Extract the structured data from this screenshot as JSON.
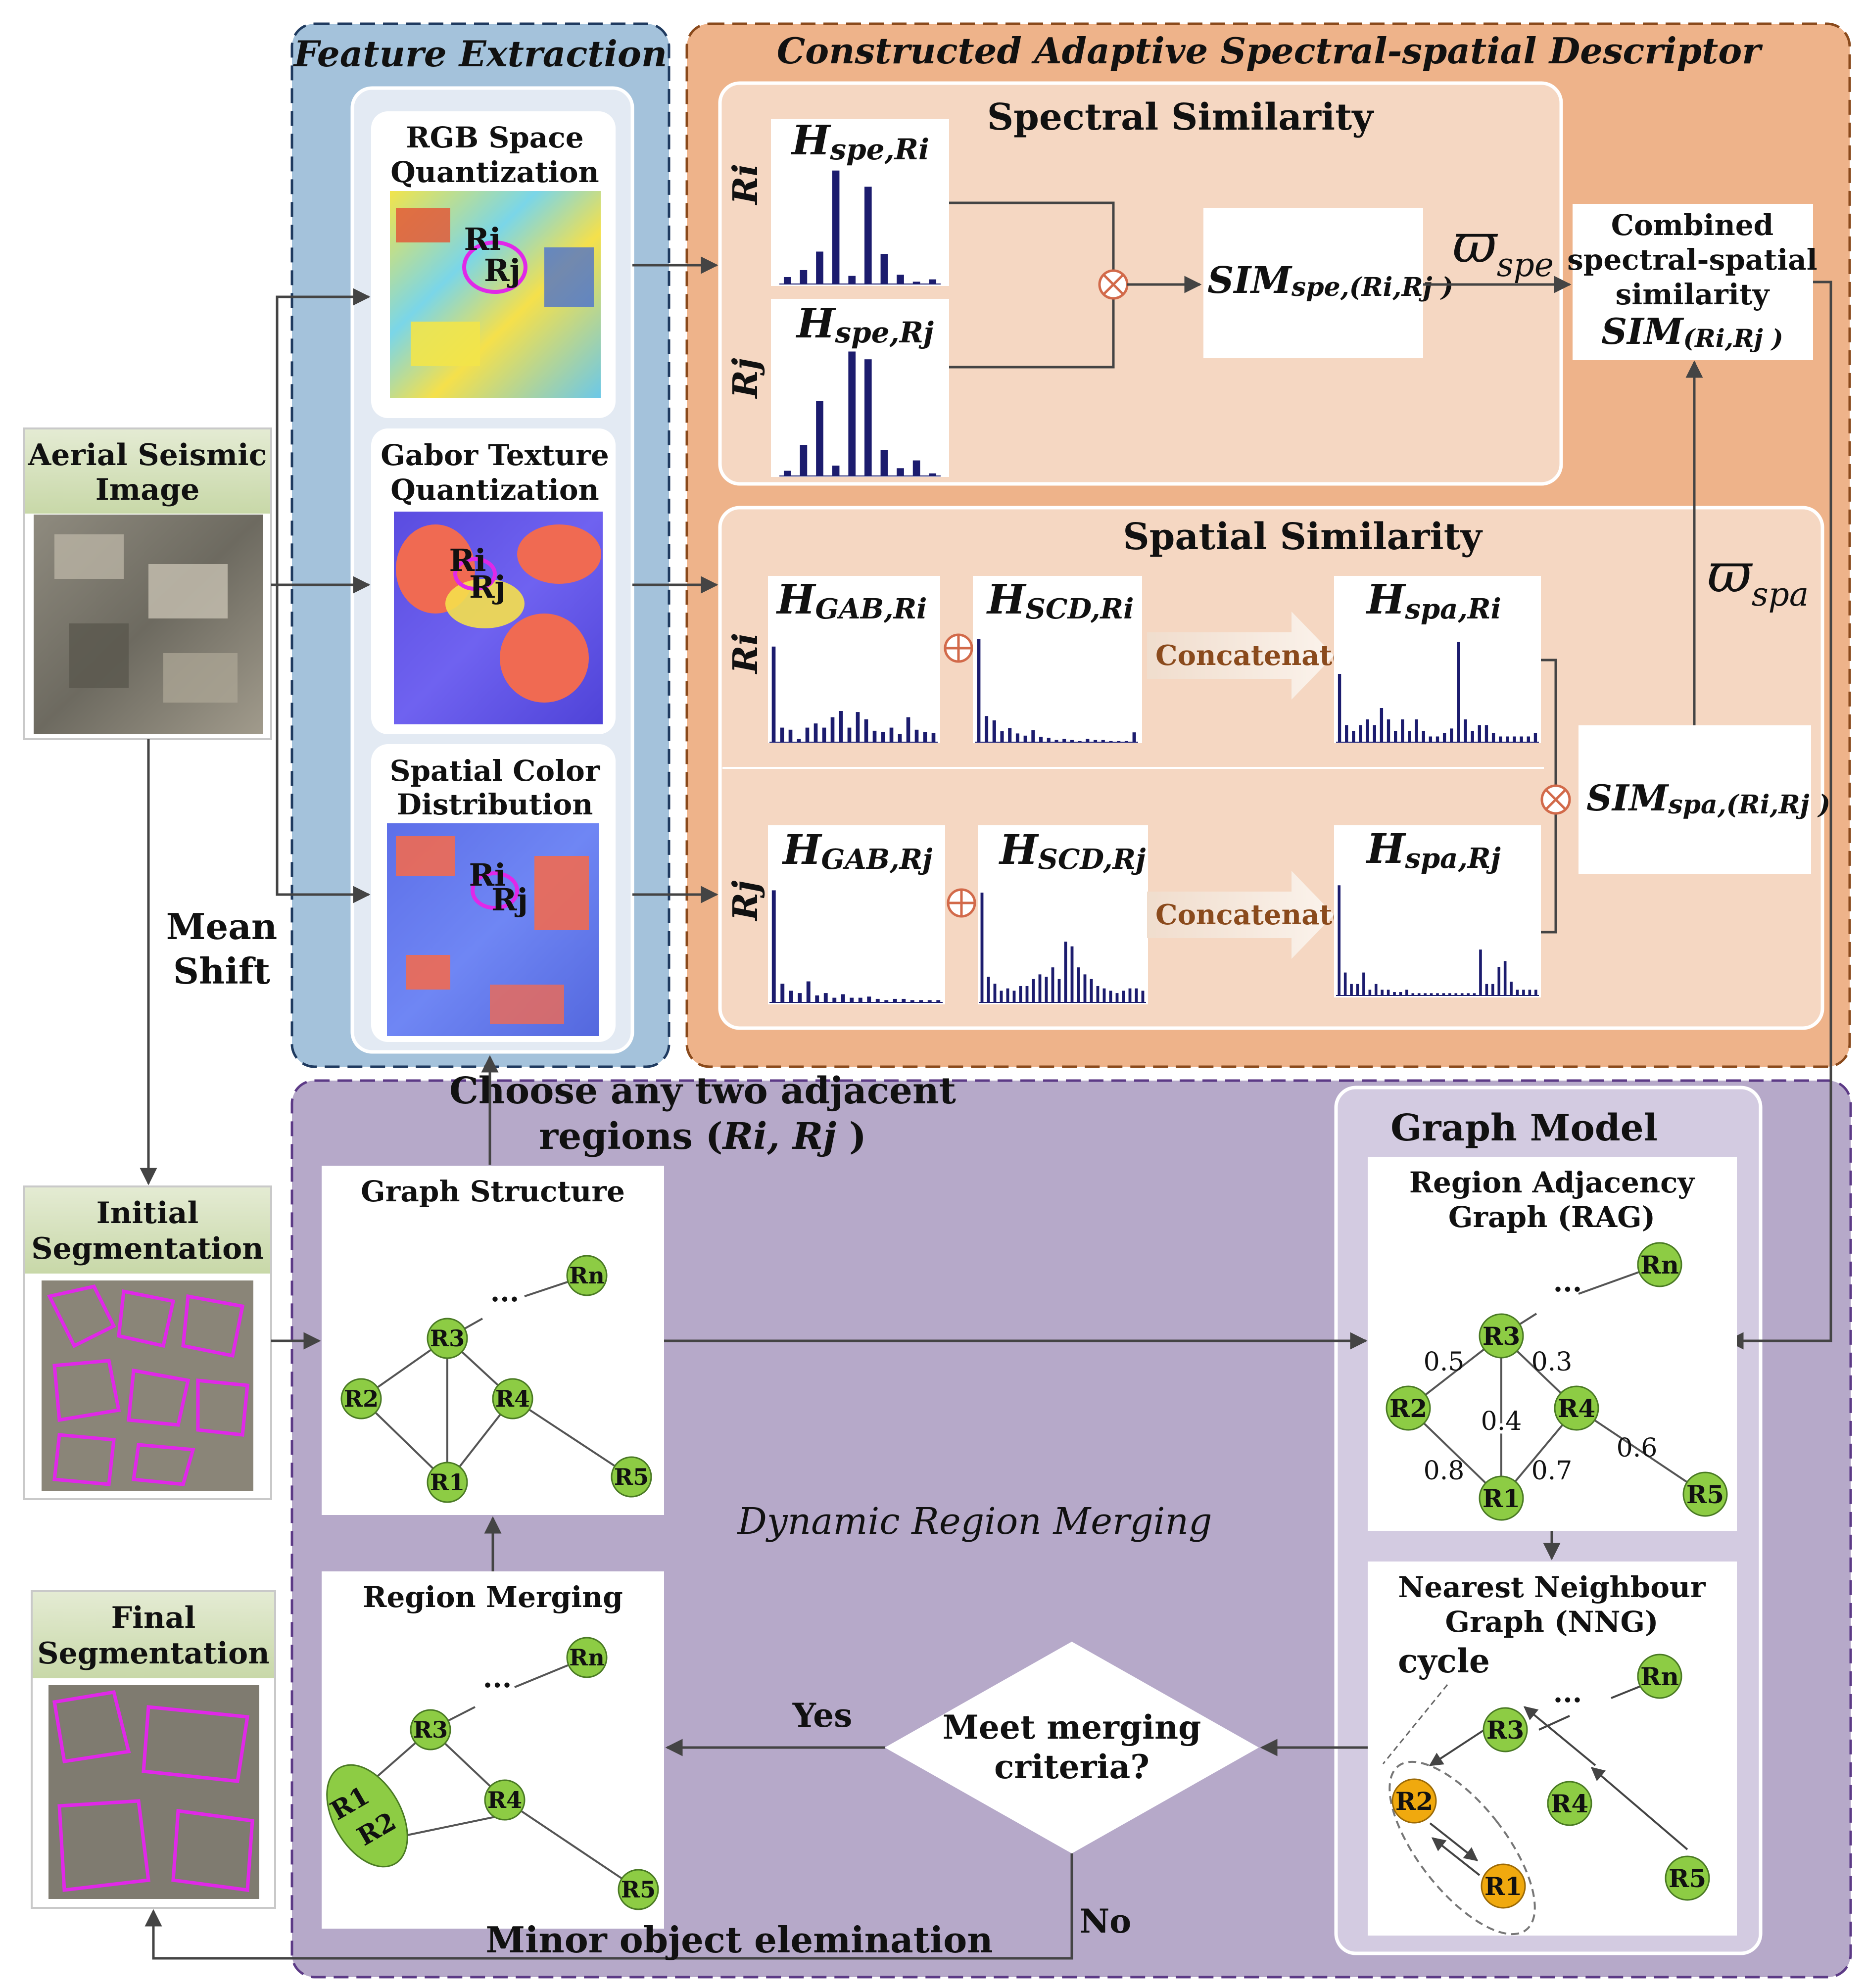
{
  "inputs": {
    "aerial": {
      "line1": "Aerial Seismic",
      "line2": "Image"
    },
    "mean_shift": {
      "line1": "Mean",
      "line2": "Shift"
    },
    "initial": {
      "line1": "Initial",
      "line2": "Segmentation"
    },
    "final": {
      "line1": "Final",
      "line2": "Segmentation"
    }
  },
  "feature_extraction": {
    "title": "Feature Extraction",
    "rgb": {
      "line1": "RGB Space",
      "line2": "Quantization"
    },
    "gabor": {
      "line1": "Gabor Texture",
      "line2": "Quantization"
    },
    "scd": {
      "line1": "Spatial Color",
      "line2": "Distribution"
    },
    "ri": "Ri",
    "rj": "Rj"
  },
  "descriptor": {
    "title": "Constructed Adaptive Spectral-spatial Descriptor",
    "spectral": {
      "title": "Spectral Similarity",
      "row_ri": "Ri",
      "row_rj": "Rj",
      "h_ri": {
        "main": "H",
        "sub": "spe,Ri"
      },
      "h_rj": {
        "main": "H",
        "sub": "spe,Rj"
      },
      "sim": {
        "main": "SIM",
        "sub": "spe,(Ri,Rj )"
      },
      "weight": {
        "main": "ϖ",
        "sub": "spe"
      }
    },
    "combined": {
      "line1": "Combined",
      "line2": "spectral-spatial",
      "line3": "similarity",
      "sim_main": "SIM",
      "sim_sub": "(Ri,Rj )"
    },
    "spatial": {
      "title": "Spatial Similarity",
      "row_ri": "Ri",
      "row_rj": "Rj",
      "gab_ri": {
        "main": "H",
        "sub": "GAB,Ri"
      },
      "scd_ri": {
        "main": "H",
        "sub": "SCD,Ri"
      },
      "spa_ri": {
        "main": "H",
        "sub": "spa,Ri"
      },
      "gab_rj": {
        "main": "H",
        "sub": "GAB,Rj"
      },
      "scd_rj": {
        "main": "H",
        "sub": "SCD,Rj"
      },
      "spa_rj": {
        "main": "H",
        "sub": "spa,Rj"
      },
      "concatenate": "Concatenate",
      "sim": {
        "main": "SIM",
        "sub": "spa,(Ri,Rj )"
      },
      "weight": {
        "main": "ϖ",
        "sub": "spa"
      }
    }
  },
  "histograms": {
    "spe_ri": [
      0.06,
      0.12,
      0.28,
      0.98,
      0.07,
      0.84,
      0.26,
      0.08,
      0.02,
      0.04
    ],
    "spe_rj": [
      0.04,
      0.24,
      0.58,
      0.08,
      0.96,
      0.9,
      0.2,
      0.06,
      0.12,
      0.02
    ],
    "gab_ri": [
      0.92,
      0.14,
      0.12,
      0.03,
      0.14,
      0.18,
      0.14,
      0.24,
      0.3,
      0.14,
      0.29,
      0.22,
      0.11,
      0.1,
      0.14,
      0.08,
      0.24,
      0.12,
      0.1,
      0.09
    ],
    "scd_ri": [
      0.95,
      0.24,
      0.2,
      0.1,
      0.13,
      0.08,
      0.06,
      0.11,
      0.05,
      0.04,
      0.02,
      0.03,
      0.02,
      0.01,
      0.03,
      0.02,
      0.02,
      0.01,
      0.01,
      0.01,
      0.09
    ],
    "spa_ri": [
      0.6,
      0.15,
      0.1,
      0.15,
      0.2,
      0.15,
      0.3,
      0.2,
      0.1,
      0.2,
      0.1,
      0.2,
      0.1,
      0.05,
      0.05,
      0.08,
      0.12,
      0.88,
      0.2,
      0.1,
      0.15,
      0.15,
      0.08,
      0.05,
      0.05,
      0.05,
      0.05,
      0.05,
      0.08
    ],
    "gab_rj": [
      0.96,
      0.16,
      0.1,
      0.08,
      0.18,
      0.06,
      0.08,
      0.04,
      0.07,
      0.04,
      0.04,
      0.05,
      0.03,
      0.02,
      0.03,
      0.03,
      0.02,
      0.02,
      0.02,
      0.02
    ],
    "scd_rj": [
      0.94,
      0.22,
      0.16,
      0.1,
      0.12,
      0.1,
      0.14,
      0.14,
      0.2,
      0.24,
      0.22,
      0.3,
      0.2,
      0.52,
      0.48,
      0.3,
      0.24,
      0.2,
      0.14,
      0.12,
      0.1,
      0.08,
      0.1,
      0.12,
      0.12,
      0.1
    ],
    "spa_rj": [
      0.96,
      0.2,
      0.1,
      0.1,
      0.2,
      0.05,
      0.1,
      0.05,
      0.05,
      0.03,
      0.03,
      0.05,
      0.02,
      0.02,
      0.02,
      0.02,
      0.02,
      0.02,
      0.02,
      0.02,
      0.02,
      0.02,
      0.02,
      0.4,
      0.1,
      0.1,
      0.25,
      0.3,
      0.12,
      0.05,
      0.05,
      0.05,
      0.05
    ]
  },
  "merging": {
    "choose": {
      "line1": "Choose any two adjacent",
      "line2_prefix": "regions (",
      "line2_ri": "Ri",
      "line2_sep": ", ",
      "line2_rj": "Rj",
      "line2_suffix": " )"
    },
    "title": "Dynamic Region Merging",
    "graph_structure": "Graph Structure",
    "region_merging": "Region Merging",
    "graph_model": "Graph Model",
    "rag": {
      "line1": "Region Adjacency",
      "line2": "Graph (RAG)"
    },
    "nng": {
      "line1": "Nearest Neighbour",
      "line2": "Graph (NNG)"
    },
    "cycle": "cycle",
    "decision": {
      "line1": "Meet merging",
      "line2": "criteria?"
    },
    "yes": "Yes",
    "no": "No",
    "minor": "Minor object elemination"
  },
  "nodes": {
    "r1": "R1",
    "r2": "R2",
    "r3": "R3",
    "r4": "R4",
    "r5": "R5",
    "rn": "Rn",
    "dots": "...",
    "merged1": "R1",
    "merged2": "R2"
  },
  "edge_weights": {
    "r2_r3": "0.5",
    "r3_r4": "0.3",
    "r3_r1": "0.4",
    "r2_r1": "0.8",
    "r1_r4": "0.7",
    "r4_r5": "0.6"
  },
  "colors": {
    "node": "#8dcc44",
    "node_orange": "#f0a90e",
    "panel_blue": "#a4c2db",
    "panel_orange": "#eeb38a",
    "panel_purple": "#b6a9c9",
    "bar": "#1c1c6e"
  }
}
